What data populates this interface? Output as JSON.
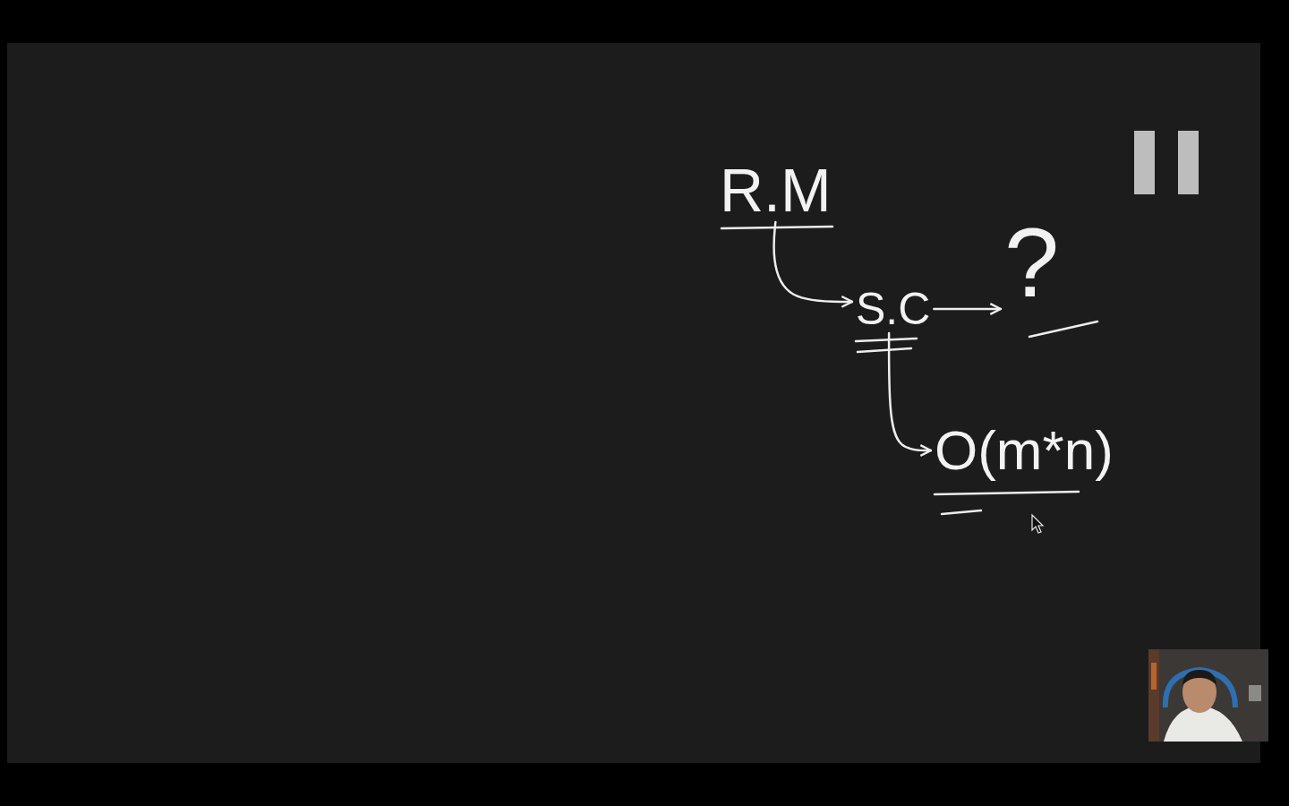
{
  "diagram": {
    "nodes": [
      {
        "text": [
          "R.M"
        ]
      },
      {
        "text": [
          "S.C"
        ]
      },
      {
        "text": [
          "?"
        ]
      },
      {
        "text": [
          "O(m*n)"
        ]
      }
    ],
    "edges": [
      {
        "from": 0,
        "to": 1,
        "arrow": "to"
      },
      {
        "from": 1,
        "to": 2,
        "arrow": "to"
      },
      {
        "from": 1,
        "to": 3,
        "arrow": "to"
      }
    ]
  }
}
